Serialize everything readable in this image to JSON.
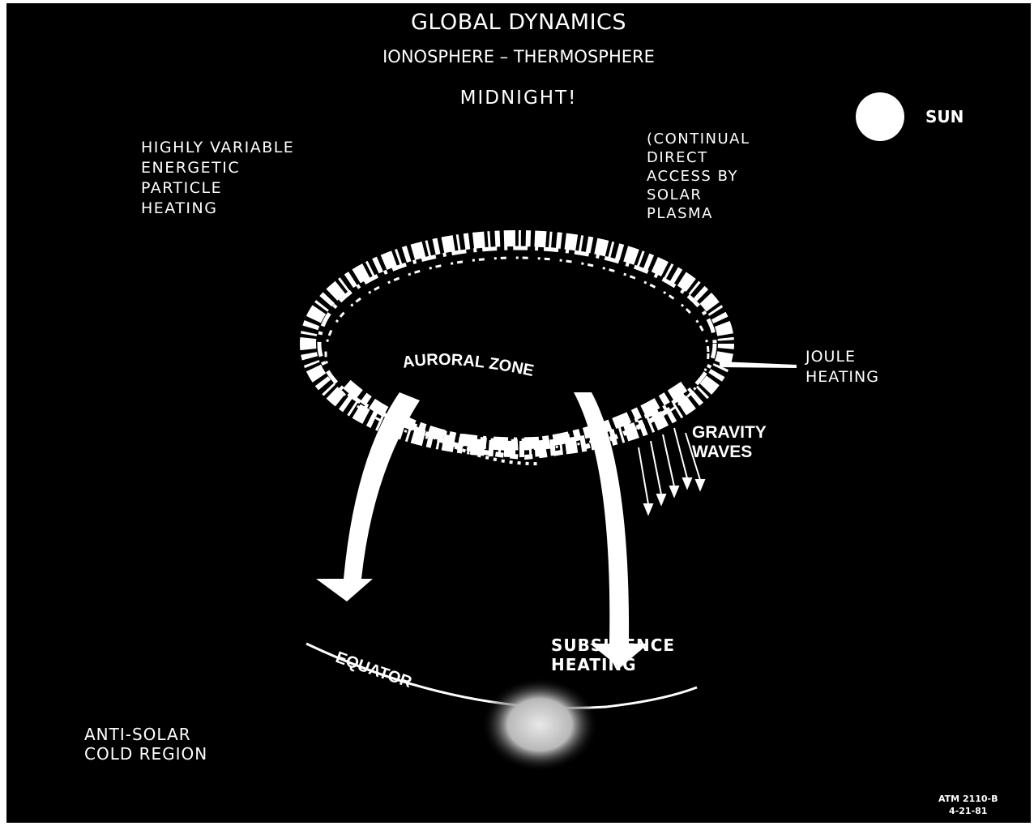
{
  "title": "GLOBAL DYNAMICS",
  "subtitle": "IONOSPHERE – THERMOSPHERE",
  "midnight_label": "MIDNIGHT!",
  "sun_label": "SUN",
  "energetic_label": "HIGHLY VARIABLE\nENERGETIC\nPARTICLE\nHEATING",
  "solar_plasma_label": "(CONTINUAL\nDIRECT\nACCESS BY\nSOLAR\nPLASMA",
  "auroral_zone_label": "AURORAL ZONE",
  "joule_label": "JOULE\nHEATING",
  "gravity_label": "GRAVITY\nWAVES",
  "equator_label": "EQUATOR",
  "subsidence_label": "SUBSIDENCE\nHEATING",
  "anti_solar_label": "ANTI-SOLAR\nCOLD REGION",
  "doc_id": "ATM 2110-B\n4-21-81",
  "colors": {
    "background": "#000000",
    "foreground": "#ffffff"
  }
}
